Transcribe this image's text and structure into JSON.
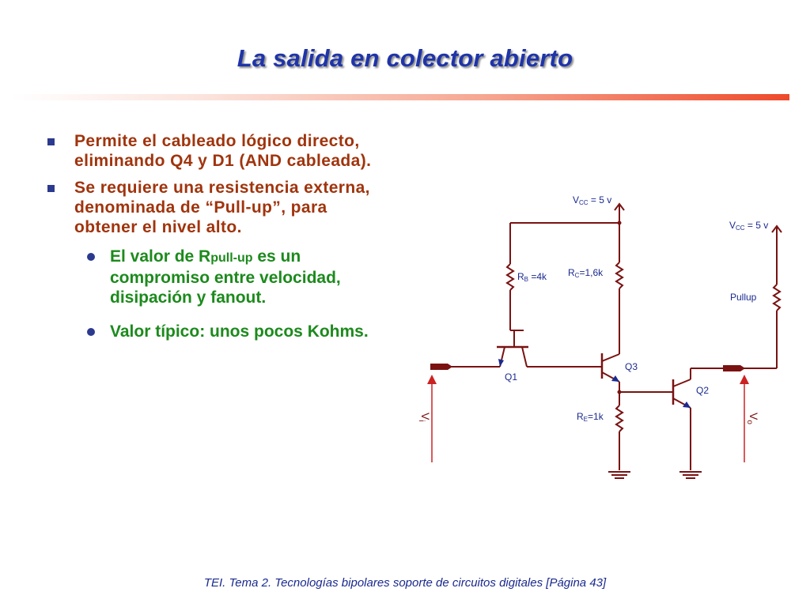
{
  "slide": {
    "title": "La salida en colector abierto",
    "footer": "TEI. Tema 2. Tecnologías bipolares soporte de circuitos digitales [Página 43]"
  },
  "bullets": [
    {
      "text": "Permite el cableado lógico directo, eliminando Q4 y D1 (AND cableada)."
    },
    {
      "text": "Se requiere una resistencia externa, denominada de “Pull-up”, para obtener el nivel alto."
    }
  ],
  "sub_bullets": [
    {
      "pre": "El valor de R",
      "sub": "pull-up",
      "post": " es un compromiso entre velocidad, disipación y fanout."
    },
    {
      "pre": "Valor típico: unos pocos Kohms.",
      "sub": "",
      "post": ""
    }
  ],
  "circuit": {
    "vcc1": {
      "v": "V",
      "sub": "CC",
      "rest": " = 5 v"
    },
    "vcc2": {
      "v": "V",
      "sub": "CC",
      "rest": " = 5 v"
    },
    "rb": {
      "r": "R",
      "sub": "B",
      "rest": " =4k"
    },
    "rc": {
      "r": "R",
      "sub": "C",
      "rest": "=1,6k"
    },
    "re": {
      "r": "R",
      "sub": "E",
      "rest": "=1k"
    },
    "pullup": "Pullup",
    "q1": "Q1",
    "q2": "Q2",
    "q3": "Q3",
    "vi": {
      "v": "V",
      "sub": "i"
    },
    "vo": {
      "v": "V",
      "sub": "o"
    },
    "colors": {
      "wire": "#7a1212",
      "label": "#1a2a8e",
      "arrow": "#cc2222"
    }
  }
}
